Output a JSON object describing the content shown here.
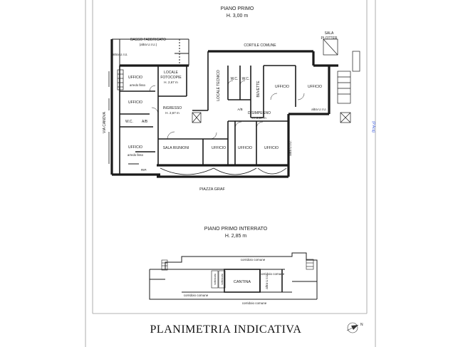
{
  "sheet": {
    "title": "PLANIMETRIA INDICATIVA",
    "side_note": "(P.Acq)"
  },
  "first_floor": {
    "title": "PIANO PRIMO",
    "height": "H. 3,00 m",
    "labels": {
      "basso_fabbricato": "BASSO FABBRICATO",
      "altra_uiu_top": "(altra U.I.U.)",
      "altra_uiu_left": "altra U.I.U.",
      "cortile_comune": "CORTILE COMUNE",
      "sala_plotter_1": "SALA",
      "sala_plotter_2": "PLOTTER",
      "ufficio_a": "UFFICIO",
      "arredo_fisso_a": "arredo fisso",
      "locale_fotocopie_1": "LOCALE",
      "locale_fotocopie_2": "FOTOCOPIE",
      "locale_fotocopie_h": "H. 2,67 m",
      "ufficio_b": "UFFICIO",
      "ingresso": "INGRESSO",
      "ingresso_h": "H. 2,67 m",
      "wc_left": "W.C.",
      "ab_left": "A/B",
      "via_canova": "VIA CANOVA",
      "ufficio_c": "UFFICIO",
      "arredo_fisso_c": "arredo fisso",
      "rip": "RIP.",
      "sala_riunioni": "SALA RIUNIONI",
      "ufficio_d": "UFFICIO",
      "ufficio_e": "UFFICIO",
      "ufficio_f": "UFFICIO",
      "altra_uiu_vertical": "altra U.I.U.",
      "locale_tecnico": "LOCALE TECNICO",
      "wc_1": "W.C.",
      "wc_2": "W.C.",
      "ab_mid": "A/B",
      "buvette": "BUVETTE",
      "ufficio_g": "UFFICIO",
      "ufficio_h": "UFFICIO",
      "altra_uiu_right": "altra U.I.U.",
      "disimpegno": "DISIMPEGNO",
      "disimpegno_h": "H. 2,67 m",
      "piazza_graf": "PIAZZA GRAF"
    }
  },
  "basement": {
    "title": "PIANO PRIMO INTERRATO",
    "height": "H. 2,85 m",
    "labels": {
      "corridoio_top": "corridoio comune",
      "corridoio_mid": "corridoio comune",
      "corridoio_bottom_left": "corridoio comune",
      "corridoio_bottom_right": "corridoio comune",
      "cantina": "CANTINA",
      "altra_uiu": "altra U.I.U.",
      "sottoscala_1": "sottoscala",
      "sottoscala_2": "sottoscala"
    }
  },
  "colors": {
    "line": "#1a1a1a",
    "frame": "#9a9a9a",
    "accent_blue": "#3b5bdb"
  },
  "icons": {
    "north_arrow": "compass-north-icon"
  }
}
